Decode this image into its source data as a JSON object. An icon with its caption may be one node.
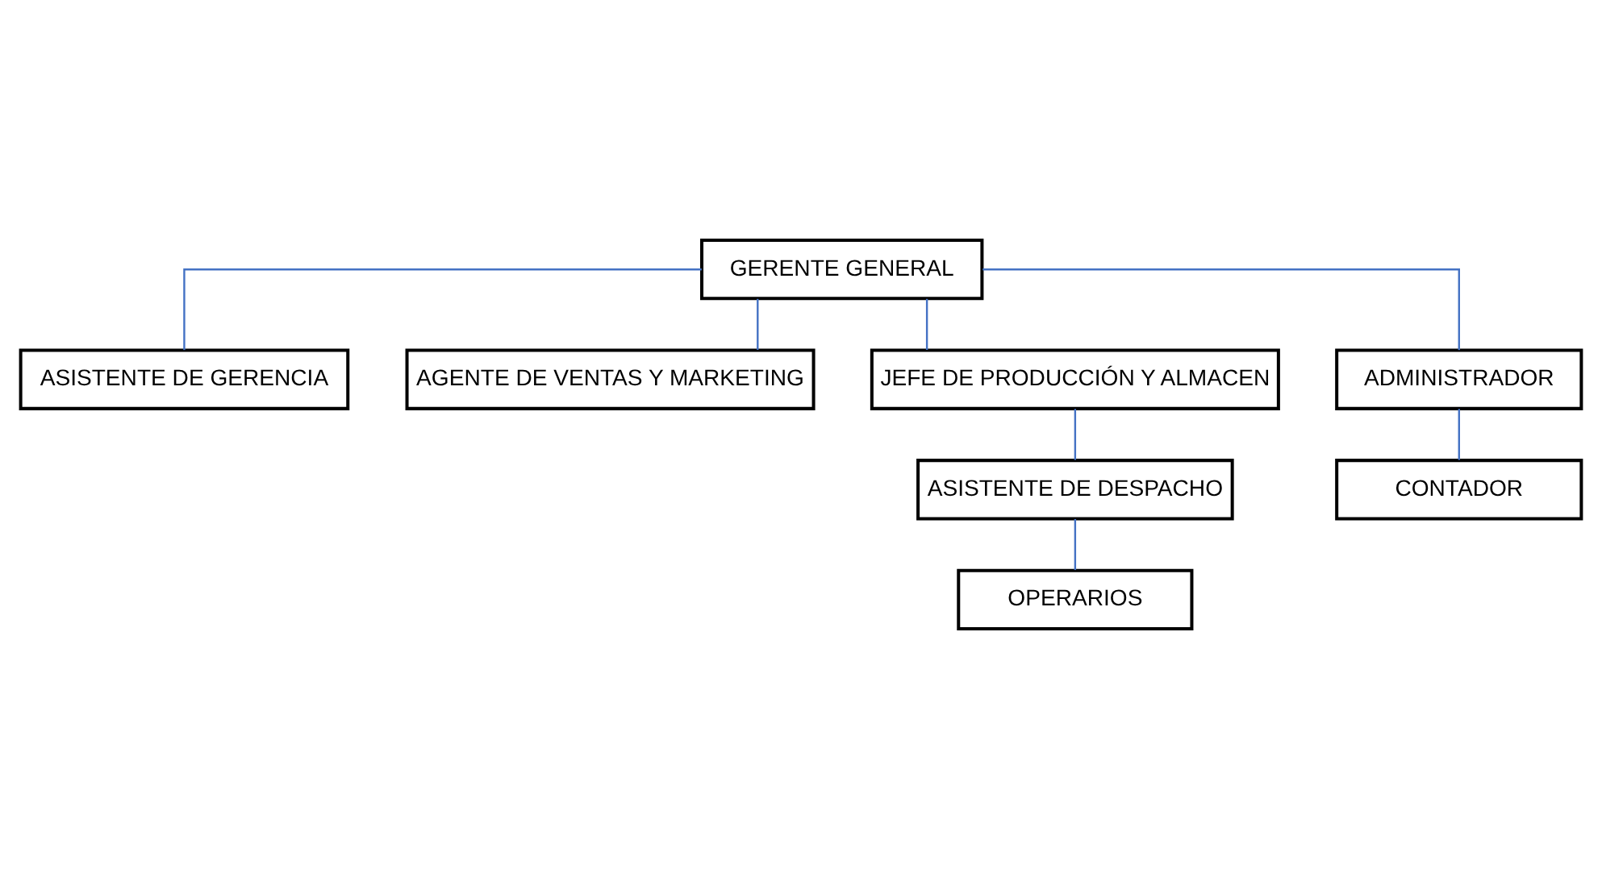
{
  "diagram": {
    "nodes": [
      {
        "text": [
          "GERENTE GENERAL"
        ]
      },
      {
        "text": [
          "ASISTENTE DE GERENCIA"
        ]
      },
      {
        "text": [
          "AGENTE DE VENTAS Y MARKETING"
        ]
      },
      {
        "text": [
          "JEFE DE PRODUCCIÓN Y ALMACEN"
        ]
      },
      {
        "text": [
          "ADMINISTRADOR"
        ]
      },
      {
        "text": [
          "ASISTENTE DE DESPACHO"
        ]
      },
      {
        "text": [
          "CONTADOR"
        ]
      },
      {
        "text": [
          "OPERARIOS"
        ]
      }
    ],
    "edges": [
      {
        "from": 0,
        "to": 1,
        "arrow": "none"
      },
      {
        "from": 0,
        "to": 2,
        "arrow": "none"
      },
      {
        "from": 0,
        "to": 3,
        "arrow": "none"
      },
      {
        "from": 0,
        "to": 4,
        "arrow": "none"
      },
      {
        "from": 3,
        "to": 5,
        "arrow": "none"
      },
      {
        "from": 5,
        "to": 7,
        "arrow": "none"
      },
      {
        "from": 4,
        "to": 6,
        "arrow": "none"
      }
    ]
  }
}
